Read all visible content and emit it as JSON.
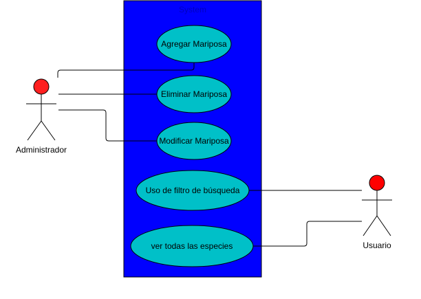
{
  "diagram": {
    "type": "use-case",
    "system": {
      "label": "System",
      "fill": "#0000FF",
      "stroke": "#000000",
      "label_color": "#0000C0"
    },
    "use_cases": [
      {
        "id": "uc1",
        "label": "Agregar Mariposa"
      },
      {
        "id": "uc2",
        "label": "Eliminar Mariposa"
      },
      {
        "id": "uc3",
        "label": "Modificar Mariposa"
      },
      {
        "id": "uc4",
        "label": "Uso de filtro de búsqueda"
      },
      {
        "id": "uc5",
        "label": "ver todas las especies"
      }
    ],
    "use_case_fill": "#00C0C8",
    "actors": [
      {
        "id": "admin",
        "label": "Administrador",
        "head_color": "#FF2020"
      },
      {
        "id": "user",
        "label": "Usuario",
        "head_color": "#FF0000"
      }
    ],
    "associations": [
      {
        "from": "admin",
        "to": "uc1"
      },
      {
        "from": "admin",
        "to": "uc2"
      },
      {
        "from": "admin",
        "to": "uc3"
      },
      {
        "from": "user",
        "to": "uc4"
      },
      {
        "from": "user",
        "to": "uc5"
      }
    ]
  }
}
